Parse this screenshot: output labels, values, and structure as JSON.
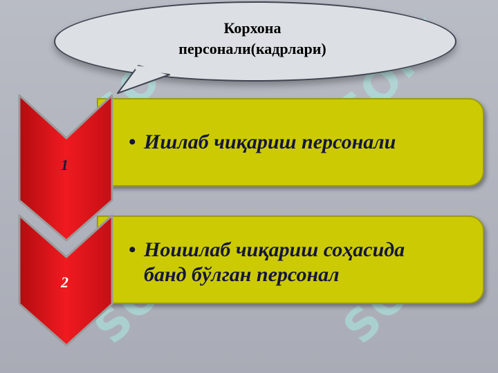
{
  "callout": {
    "line1": "Корхона",
    "line2": "персонали(кадрлари)"
  },
  "items": [
    {
      "number": "1",
      "bullet": "•",
      "line1": "Ишлаб чиқариш персонали",
      "line2": ""
    },
    {
      "number": "2",
      "bullet": "•",
      "line1": "Ноишлаб чиқариш соҳасида",
      "line2": "банд бўлган персонал"
    }
  ],
  "watermark": {
    "text": "SOFF"
  },
  "colors": {
    "background": "#b1b4be",
    "bar": "#cccb03",
    "chevron": "#e8141b",
    "callout": "#dcdfe3",
    "text": "#15163c"
  }
}
